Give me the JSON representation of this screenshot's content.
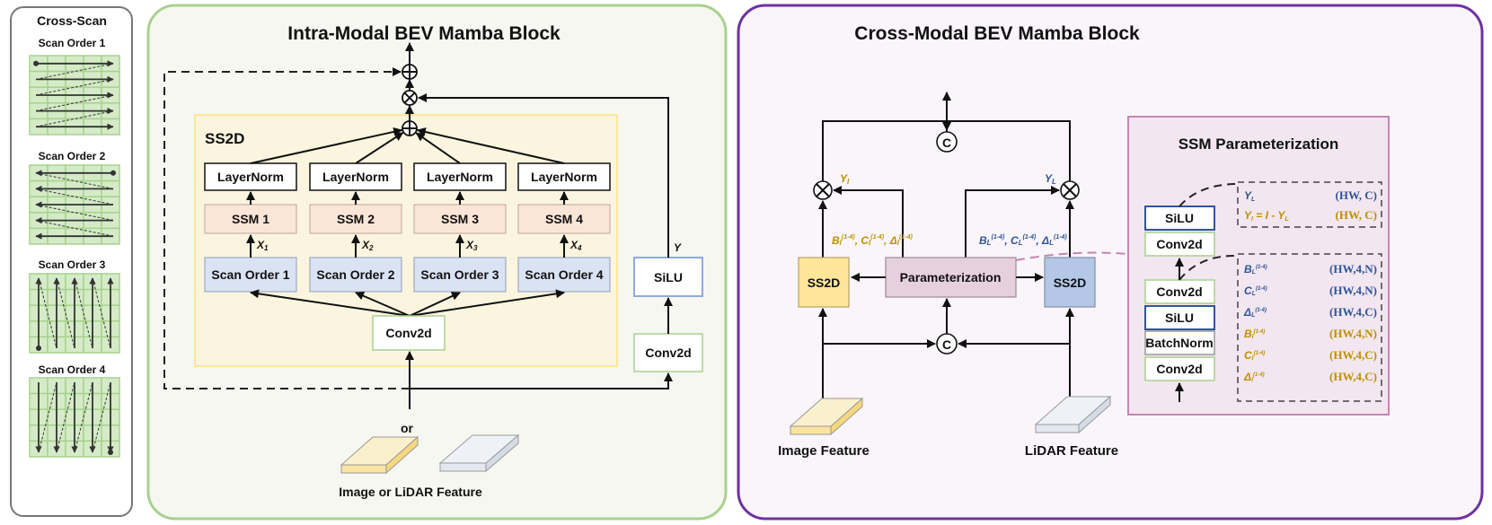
{
  "colors": {
    "intra_bg": "#f5f7f0",
    "intra_border": "#a9d18e",
    "cross_bg": "#f9f5fa",
    "cross_border": "#7030a0",
    "ss2d_region": "#fbf5e0",
    "ss2d_region_border": "#ffe699",
    "ssm_fill": "#fbe5d6",
    "scan_fill": "#dae3f3",
    "image_color": "#bf9000",
    "lidar_color": "#2f5597",
    "grid_fill": "#d5ebc8",
    "grid_line": "#a9d18e",
    "param_fill": "#e6d0e0",
    "ssm_param_bg": "#f2e6f0",
    "ssm_param_border": "#c486b4"
  },
  "cross_scan": {
    "title": "Cross-Scan",
    "orders": [
      "Scan Order 1",
      "Scan Order 2",
      "Scan Order 3",
      "Scan Order 4"
    ]
  },
  "intra": {
    "title": "Intra-Modal BEV Mamba Block",
    "ss2d_label": "SS2D",
    "layernorm": [
      "LayerNorm",
      "LayerNorm",
      "LayerNorm",
      "LayerNorm"
    ],
    "ssm": [
      "SSM 1",
      "SSM 2",
      "SSM 3",
      "SSM 4"
    ],
    "scan": [
      "Scan Order 1",
      "Scan Order 2",
      "Scan Order 3",
      "Scan Order 4"
    ],
    "x_labels": [
      {
        "main": "X",
        "sub": "1"
      },
      {
        "main": "X",
        "sub": "2"
      },
      {
        "main": "X",
        "sub": "3"
      },
      {
        "main": "X",
        "sub": "4"
      }
    ],
    "conv2d": "Conv2d",
    "silu": "SiLU",
    "y_label": "Y",
    "conv2d_right": "Conv2d",
    "or": "or",
    "feature_label": "Image or LiDAR Feature"
  },
  "cross": {
    "title": "Cross-Modal BEV Mamba Block",
    "concat": "C",
    "ss2d_left": "SS2D",
    "ss2d_right": "SS2D",
    "parameterization": "Parameterization",
    "y_image": {
      "main": "Y",
      "sub": "I"
    },
    "y_lidar": {
      "main": "Y",
      "sub": "L"
    },
    "params_image": {
      "b": "B",
      "c": "C",
      "d": "Δ",
      "sub": "I",
      "sup": "(1-4)"
    },
    "params_lidar": {
      "b": "B",
      "c": "C",
      "d": "Δ",
      "sub": "L",
      "sup": "(1-4)"
    },
    "image_feature": "Image Feature",
    "lidar_feature": "LiDAR Feature",
    "ssm_param": {
      "title": "SSM Parameterization",
      "upper_stack": [
        "SiLU",
        "Conv2d"
      ],
      "lower_stack": [
        "Conv2d",
        "SiLU",
        "BatchNorm",
        "Conv2d"
      ],
      "gate_outputs": [
        {
          "name": "Y",
          "sub": "L",
          "expr": "",
          "shape": "(HW, C)",
          "modality": "lidar"
        },
        {
          "name": "Y",
          "sub": "I",
          "expr": " = I - Y",
          "expr_sub": "L",
          "shape": "(HW, C)",
          "modality": "image"
        }
      ],
      "param_outputs": [
        {
          "name": "B",
          "sub": "L",
          "sup": "(1-4)",
          "shape": "(HW,4,N)",
          "modality": "lidar"
        },
        {
          "name": "C",
          "sub": "L",
          "sup": "(1-4)",
          "shape": "(HW,4,N)",
          "modality": "lidar"
        },
        {
          "name": "Δ",
          "sub": "L",
          "sup": "(1-4)",
          "shape": "(HW,4,C)",
          "modality": "lidar"
        },
        {
          "name": "B",
          "sub": "I",
          "sup": "(1-4)",
          "shape": "(HW,4,N)",
          "modality": "image"
        },
        {
          "name": "C",
          "sub": "I",
          "sup": "(1-4)",
          "shape": "(HW,4,C)",
          "modality": "image"
        },
        {
          "name": "Δ",
          "sub": "I",
          "sup": "(1-4)",
          "shape": "(HW,4,C)",
          "modality": "image"
        }
      ]
    }
  }
}
